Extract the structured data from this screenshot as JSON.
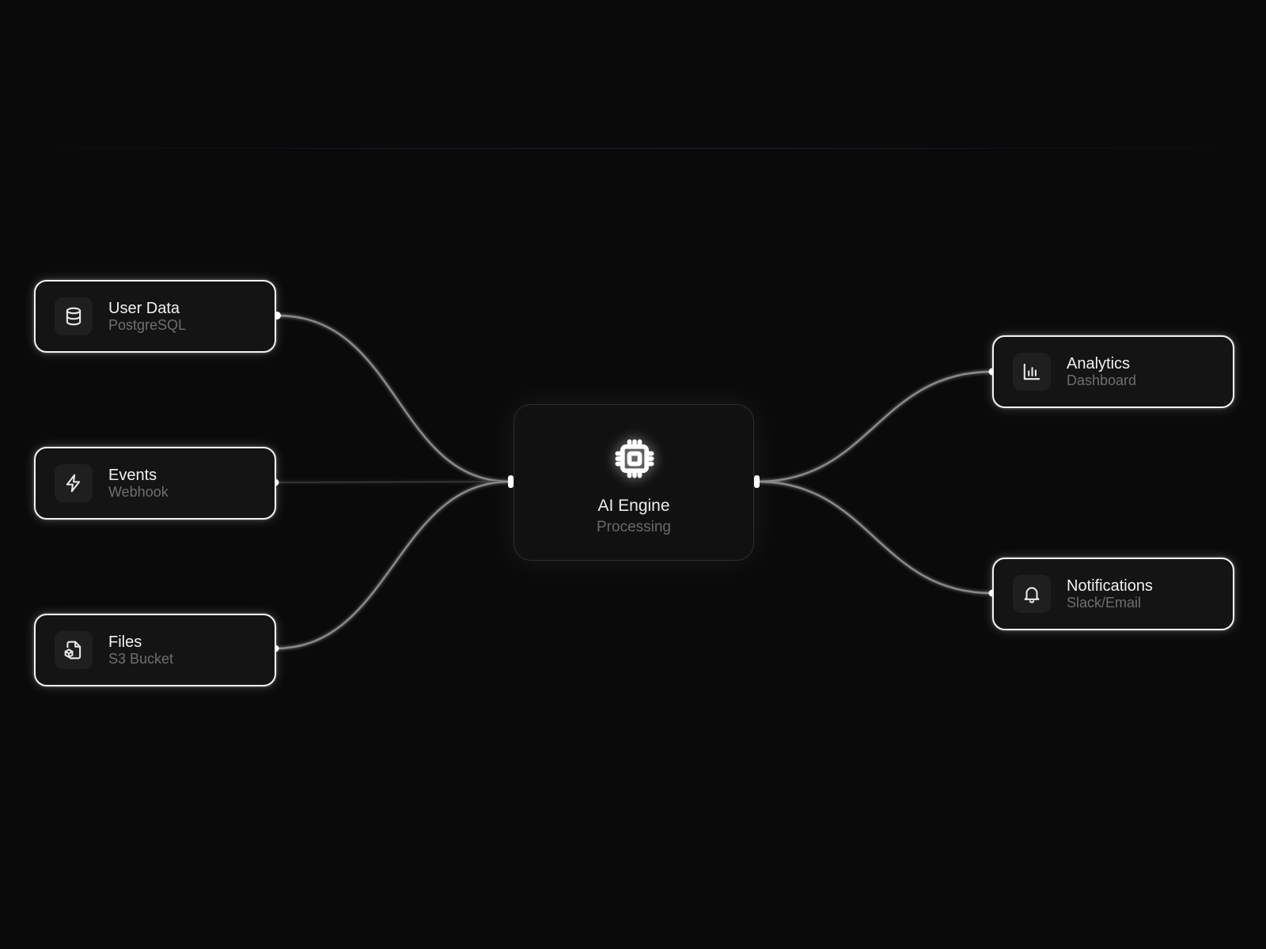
{
  "sources": [
    {
      "title": "User Data",
      "subtitle": "PostgreSQL",
      "icon": "database-icon"
    },
    {
      "title": "Events",
      "subtitle": "Webhook",
      "icon": "lightning-icon"
    },
    {
      "title": "Files",
      "subtitle": "S3 Bucket",
      "icon": "file-box-icon"
    }
  ],
  "hub": {
    "title": "AI Engine",
    "subtitle": "Processing",
    "icon": "cpu-icon"
  },
  "outputs": [
    {
      "title": "Analytics",
      "subtitle": "Dashboard",
      "icon": "bar-chart-icon"
    },
    {
      "title": "Notifications",
      "subtitle": "Slack/Email",
      "icon": "bell-icon"
    }
  ],
  "colors": {
    "background": "#0a0a0a",
    "node_border": "#f2f2f2",
    "node_fill": "#141414",
    "wire": "#9a9a9a",
    "muted_text": "#6e6e6e"
  }
}
